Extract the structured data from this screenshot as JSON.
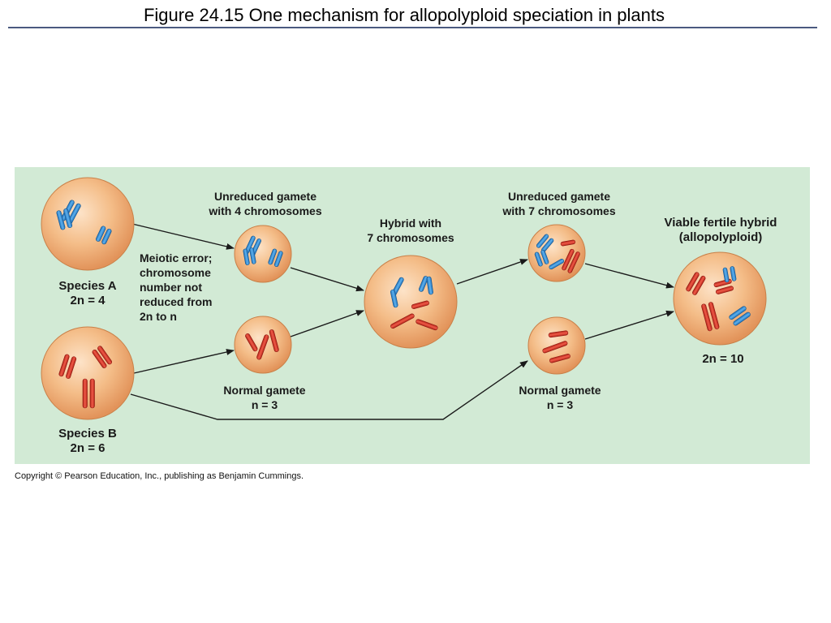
{
  "slide": {
    "title": "Figure 24.15  One mechanism for allopolyploid speciation in plants",
    "copyright": "Copyright © Pearson Education, Inc., publishing as Benjamin Cummings."
  },
  "colors": {
    "background_panel": "#d2ead5",
    "cell_fill": "#f0b27a",
    "chromosome_blue": "#2f8fd8",
    "chromosome_red": "#d8372a",
    "arrow": "#1a1a1a"
  },
  "diagram": {
    "species_a": {
      "name": "Species A",
      "ploidy": "2n = 4"
    },
    "species_b": {
      "name": "Species B",
      "ploidy": "2n = 6"
    },
    "meiotic_error": [
      "Meiotic error;",
      "chromosome",
      "number not",
      "reduced from",
      "2n to n"
    ],
    "unreduced_gamete_4": [
      "Unreduced gamete",
      "with 4 chromosomes"
    ],
    "normal_gamete_1": [
      "Normal gamete",
      "n = 3"
    ],
    "hybrid_7": [
      "Hybrid with",
      "7 chromosomes"
    ],
    "unreduced_gamete_7": [
      "Unreduced gamete",
      "with 7 chromosomes"
    ],
    "normal_gamete_2": [
      "Normal gamete",
      "n = 3"
    ],
    "viable_hybrid": [
      "Viable fertile hybrid",
      "(allopolyploid)"
    ],
    "viable_hybrid_ploidy": "2n = 10"
  }
}
